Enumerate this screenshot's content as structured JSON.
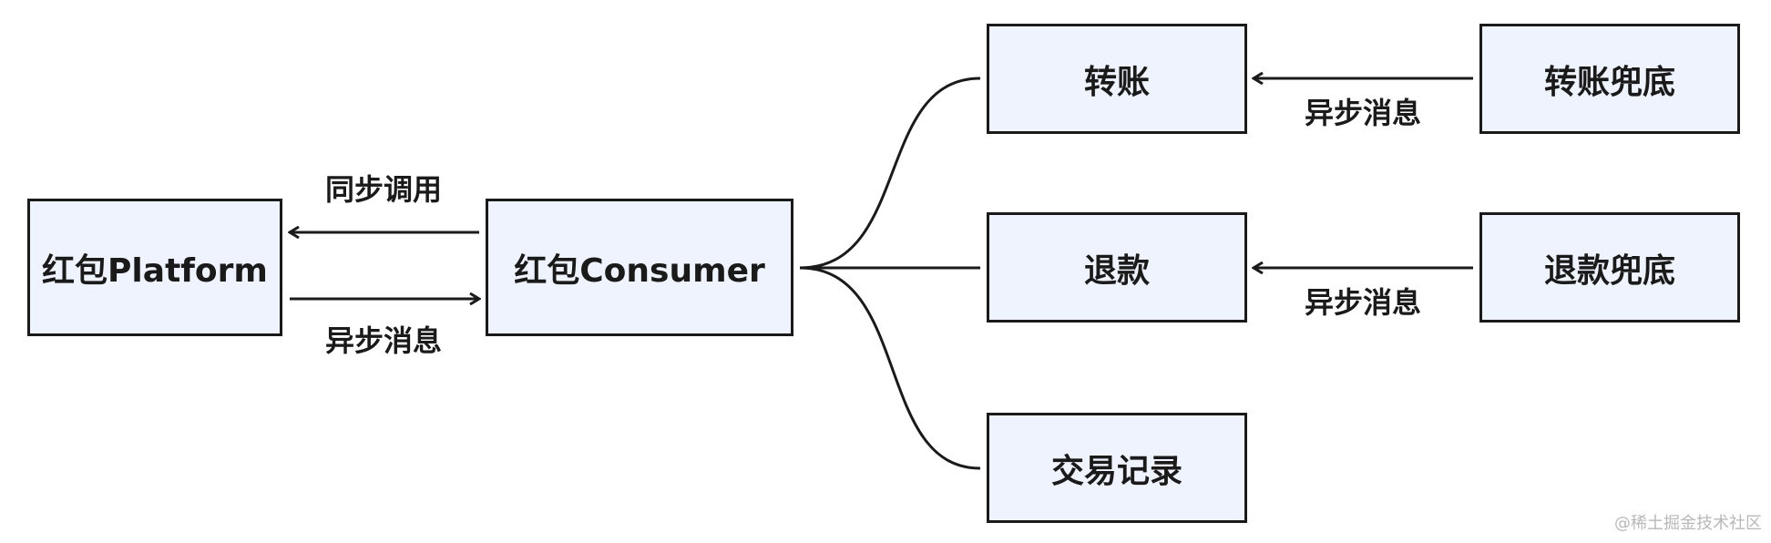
{
  "nodes": {
    "platform": "红包Platform",
    "consumer": "红包Consumer",
    "transfer": "转账",
    "refund": "退款",
    "trade_record": "交易记录",
    "transfer_fallback": "转账兜底",
    "refund_fallback": "退款兜底"
  },
  "edges": {
    "sync_call": "同步调用",
    "async_msg_platform": "异步消息",
    "async_msg_transfer": "异步消息",
    "async_msg_refund": "异步消息"
  },
  "colors": {
    "node_fill": "#eef3fe",
    "stroke": "#1a1a1a"
  },
  "watermark": "@稀土掘金技术社区"
}
